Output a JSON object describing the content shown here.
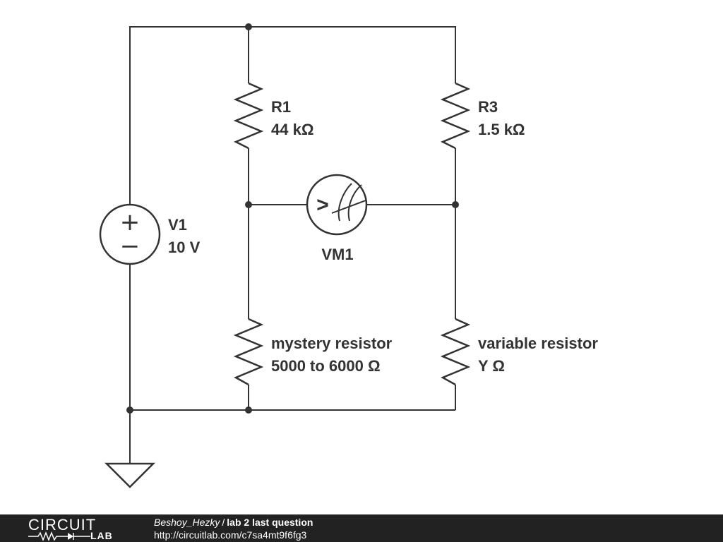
{
  "components": {
    "r1": {
      "name": "R1",
      "value": "44 kΩ"
    },
    "r3": {
      "name": "R3",
      "value": "1.5 kΩ"
    },
    "v1": {
      "name": "V1",
      "value": "10 V"
    },
    "vm1": {
      "name": "VM1"
    },
    "mystery": {
      "name": "mystery resistor",
      "value": "5000 to 6000 Ω"
    },
    "variable": {
      "name": "variable resistor",
      "value": "Y Ω"
    }
  },
  "source_symbols": {
    "plus": "+",
    "minus": "−"
  },
  "voltmeter_symbol": ">",
  "footer": {
    "logo_top": "CIRCUIT",
    "logo_bottom": "LAB",
    "author": "Beshoy_Hezky",
    "separator": "/",
    "title": "lab 2 last question",
    "url": "http://circuitlab.com/c7sa4mt9f6fg3"
  },
  "colors": {
    "ink": "#333333",
    "footer_bg": "#222222",
    "footer_text": "#ffffff"
  }
}
